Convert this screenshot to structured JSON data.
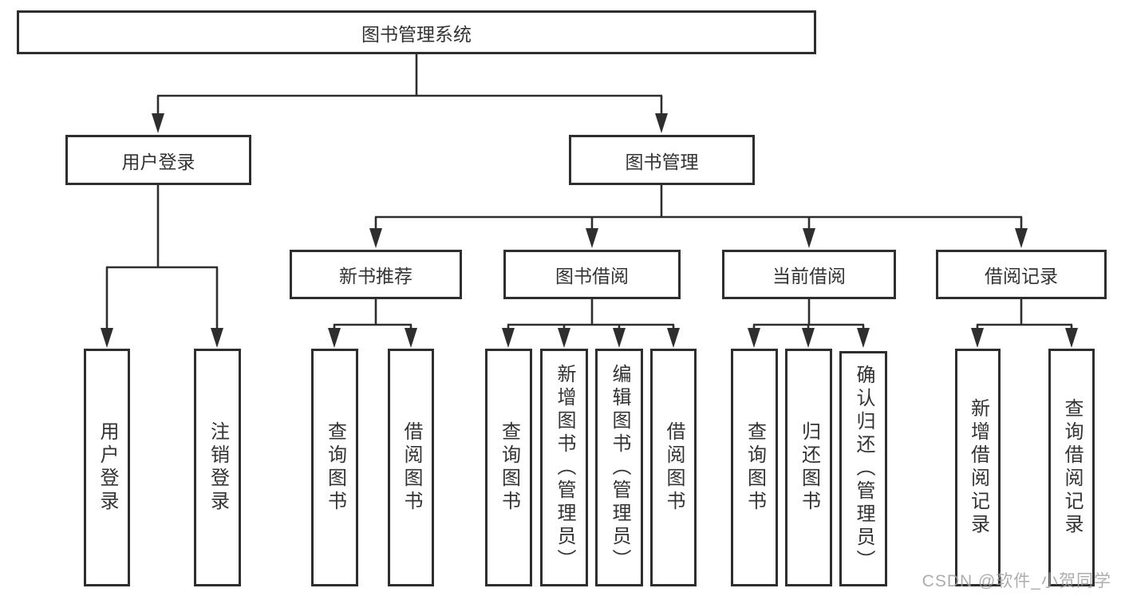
{
  "diagram_type": "hierarchy",
  "colors": {
    "line": "#2e2e2e",
    "box_border": "#2e2e2e",
    "box_fill": "#ffffff",
    "text": "#333333",
    "watermark": "#9f9f9f"
  },
  "tree": {
    "label": "图书管理系统",
    "children": [
      {
        "label": "用户登录",
        "children": [
          {
            "label": "用户登录"
          },
          {
            "label": "注销登录"
          }
        ]
      },
      {
        "label": "图书管理",
        "children": [
          {
            "label": "新书推荐",
            "children": [
              {
                "label": "查询图书"
              },
              {
                "label": "借阅图书"
              }
            ]
          },
          {
            "label": "图书借阅",
            "children": [
              {
                "label": "查询图书"
              },
              {
                "label": "新增图书（管理员）"
              },
              {
                "label": "编辑图书（管理员）"
              },
              {
                "label": "借阅图书"
              }
            ]
          },
          {
            "label": "当前借阅",
            "children": [
              {
                "label": "查询图书"
              },
              {
                "label": "归还图书"
              },
              {
                "label": "确认归还（管理员）"
              }
            ]
          },
          {
            "label": "借阅记录",
            "children": [
              {
                "label": "新增借阅记录"
              },
              {
                "label": "查询借阅记录"
              }
            ]
          }
        ]
      }
    ]
  },
  "watermark": {
    "text": "CSDN @软件_小贺同学"
  }
}
